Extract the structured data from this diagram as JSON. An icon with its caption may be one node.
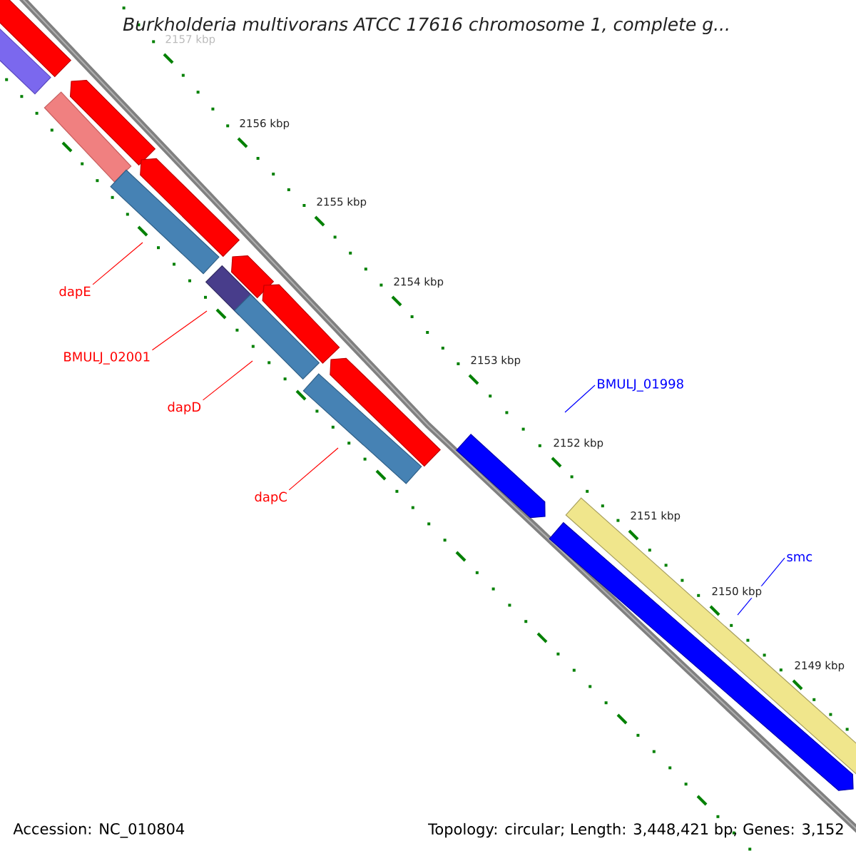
{
  "diagram": {
    "title": "Burkholderia multivorans ATCC 17616 chromosome 1, complete g...",
    "nodes": [
      {
        "text": [
          "dapE"
        ]
      },
      {
        "text": [
          "BMULJ_02001"
        ]
      },
      {
        "text": [
          "dapD"
        ]
      },
      {
        "text": [
          "dapC"
        ]
      },
      {
        "text": [
          "BMULJ_01998"
        ]
      },
      {
        "text": [
          "smc"
        ]
      }
    ],
    "edges": [
      {
        "from": 0,
        "to": null,
        "arrow": "none"
      },
      {
        "from": 1,
        "to": null,
        "arrow": "none"
      },
      {
        "from": 2,
        "to": null,
        "arrow": "none"
      },
      {
        "from": 3,
        "to": null,
        "arrow": "none"
      },
      {
        "from": 4,
        "to": null,
        "arrow": "none",
        "color": "#0000ff"
      },
      {
        "from": 5,
        "to": null,
        "arrow": "none",
        "color": "#0000ff"
      }
    ],
    "labels": [
      "2157 kbp",
      "2156 kbp",
      "2155 kbp",
      "2154 kbp",
      "2153 kbp",
      "2152 kbp",
      "2151 kbp",
      "2150 kbp",
      "2149 kbp",
      "Accession: NC_010804",
      "Topology: circular; Length: 3,448,421 bp; Genes: 3,152"
    ]
  }
}
